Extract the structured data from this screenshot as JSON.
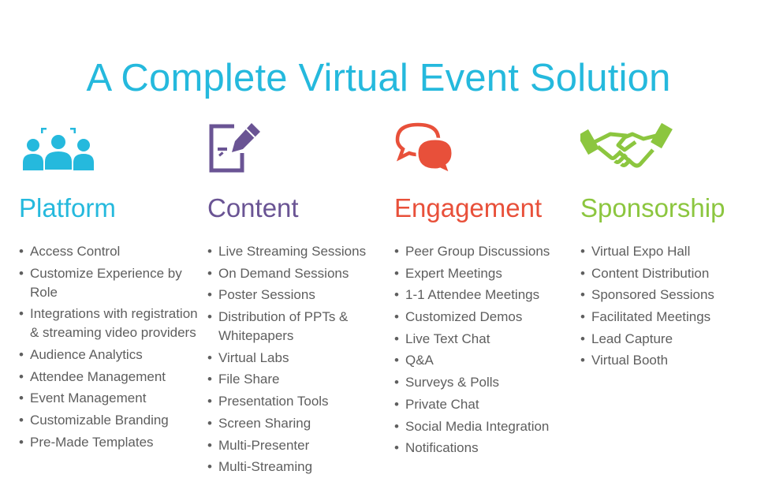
{
  "title": "A Complete Virtual Event Solution",
  "colors": {
    "title": "#25b9dd",
    "platform": "#25b9dd",
    "content": "#6a5494",
    "engagement": "#e8503a",
    "sponsorship": "#8cc63f",
    "text": "#5e5e5e"
  },
  "columns": [
    {
      "heading": "Platform",
      "icon": "people-group-icon",
      "items": [
        "Access Control",
        "Customize Experience by Role",
        "Integrations with registration & streaming video providers",
        "Audience Analytics",
        "Attendee Management",
        "Event Management",
        "Customizable Branding",
        "Pre-Made Templates"
      ]
    },
    {
      "heading": "Content",
      "icon": "document-pen-icon",
      "items": [
        "Live Streaming Sessions",
        "On Demand Sessions",
        "Poster Sessions",
        "Distribution of PPTs & Whitepapers",
        "Virtual Labs",
        "File Share",
        "Presentation Tools",
        "Screen Sharing",
        "Multi-Presenter",
        "Multi-Streaming"
      ]
    },
    {
      "heading": "Engagement",
      "icon": "chat-bubbles-icon",
      "items": [
        "Peer Group Discussions",
        "Expert Meetings",
        "1-1 Attendee Meetings",
        "Customized Demos",
        "Live Text Chat",
        "Q&A",
        "Surveys & Polls",
        "Private Chat",
        "Social Media Integration",
        "Notifications"
      ]
    },
    {
      "heading": "Sponsorship",
      "icon": "handshake-icon",
      "items": [
        "Virtual Expo Hall",
        "Content Distribution",
        "Sponsored Sessions",
        "Facilitated Meetings",
        "Lead Capture",
        "Virtual Booth"
      ]
    }
  ]
}
